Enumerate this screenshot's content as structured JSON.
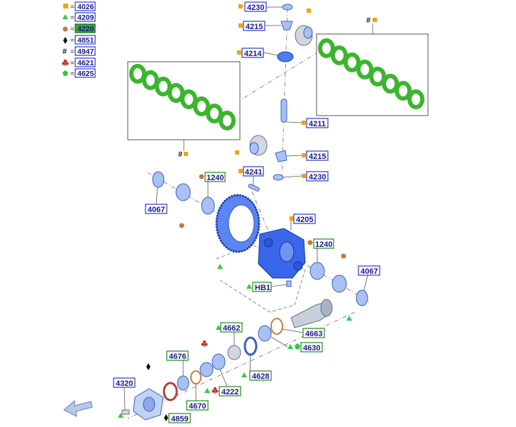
{
  "legend": [
    {
      "symbol": "square-icon",
      "color": "#f5a300",
      "code": "4026",
      "style": "outline"
    },
    {
      "symbol": "triangle-icon",
      "color": "#2ecc40",
      "code": "4209",
      "style": "outline"
    },
    {
      "symbol": "circle-icon",
      "color": "#c07a3a",
      "code": "4220",
      "style": "green-fill"
    },
    {
      "symbol": "diamond-icon",
      "color": "#111111",
      "code": "4851",
      "style": "outline"
    },
    {
      "symbol": "hash-icon",
      "color": "#111111",
      "code": "4947",
      "style": "outline"
    },
    {
      "symbol": "club-icon",
      "color": "#c0392b",
      "code": "4621",
      "style": "outline"
    },
    {
      "symbol": "pentagon-icon",
      "color": "#2ecc40",
      "code": "4625",
      "style": "outline"
    }
  ],
  "equals_sign": "=",
  "hash_glyph": "#",
  "callouts": {
    "c4230_top": "4230",
    "c4215_top": "4215",
    "c4214": "4214",
    "c4211": "4211",
    "c4215_mid": "4215",
    "c4230_mid": "4230",
    "c4241": "4241",
    "c1240_left": "1240",
    "c4067_left": "4067",
    "c4205": "4205",
    "c1240_right": "1240",
    "c4067_right": "4067",
    "hb1": "HB1",
    "c4662": "4662",
    "c4663": "4663",
    "c4630": "4630",
    "c4676": "4676",
    "c4628": "4628",
    "c4222": "4222",
    "c4670": "4670",
    "c4320": "4320",
    "c4859": "4859"
  },
  "colors": {
    "callout_border": "#2b3bd6",
    "callout_text": "#1a1a8c",
    "part_blue": "#4f7df0",
    "disc_green": "#3bb52e"
  }
}
